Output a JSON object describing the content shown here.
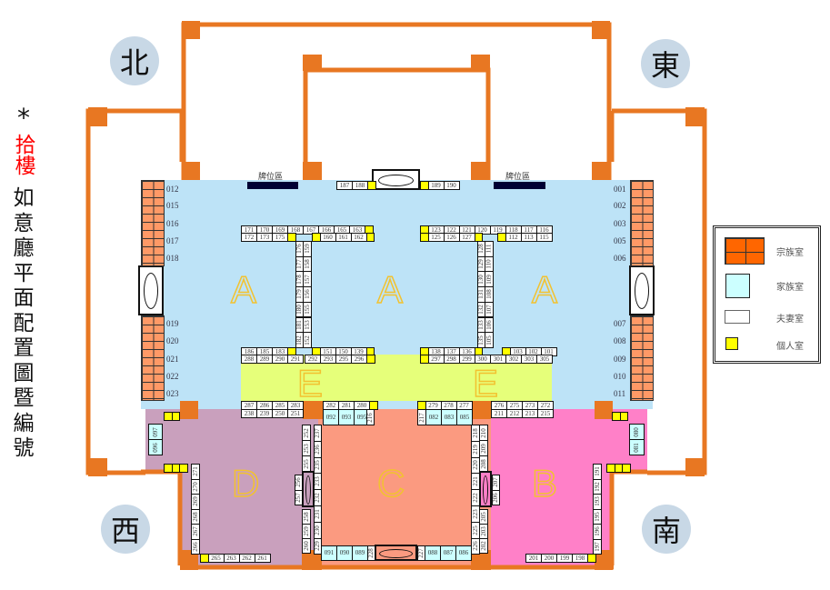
{
  "title": {
    "star": "*",
    "floor": "拾樓",
    "chars": [
      "如",
      "意",
      "廳",
      "平",
      "面",
      "配",
      "置",
      "圖",
      "暨",
      "編",
      "號"
    ]
  },
  "colors": {
    "wall": "#e87722",
    "zone_a": "#bde3f7",
    "zone_e": "#e6ff7a",
    "zone_d": "#c9a0bd",
    "zone_c": "#fb9a80",
    "zone_b": "#ff80c8",
    "personal": "#ffff00",
    "family": "#ccffff",
    "clan": "#ff6600"
  },
  "compass": {
    "north": "北",
    "east": "東",
    "west": "西",
    "south": "南"
  },
  "plaque_area": "牌位區",
  "zones": {
    "a": "A",
    "e": "E",
    "d": "D",
    "c": "C",
    "b": "B"
  },
  "left_numbers": [
    "012",
    "015",
    "016",
    "017",
    "018",
    "019",
    "020",
    "021",
    "022",
    "023"
  ],
  "right_numbers": [
    "001",
    "002",
    "003",
    "005",
    "006",
    "007",
    "008",
    "009",
    "010",
    "011"
  ],
  "legend": {
    "clan": "宗族室",
    "family": "家族室",
    "couple": "夫妻室",
    "personal": "個人室"
  },
  "groups": {
    "g1": [
      "187",
      "188",
      null
    ],
    "g2": [
      null,
      "189",
      "190"
    ],
    "L1": [
      "171",
      "170",
      "169",
      "168",
      "167",
      "166",
      "165",
      "163",
      null
    ],
    "L2a": [
      "172",
      "173",
      "175",
      null
    ],
    "L2b": [
      null,
      "160",
      "161",
      "162",
      null
    ],
    "LV1": [
      "176",
      "177",
      "178",
      "179",
      "180",
      "181",
      "182"
    ],
    "LV2": [
      "159",
      "158",
      "157",
      "156",
      "155",
      "153",
      "152"
    ],
    "LB1a": [
      "186",
      "185",
      "183",
      null
    ],
    "LB1b": [
      null,
      "151",
      "150",
      "139",
      null
    ],
    "LB2a": [
      "288",
      "289",
      "290",
      "291"
    ],
    "LB2b": [
      "292",
      "293",
      "295",
      "296",
      null
    ],
    "R1": [
      null,
      "123",
      "122",
      "121",
      "120",
      "119",
      "118",
      "117",
      "116"
    ],
    "R2a": [
      null,
      "125",
      "126",
      "127",
      null
    ],
    "R2b": [
      null,
      "112",
      "113",
      "115"
    ],
    "RV1": [
      "128",
      "129",
      "130",
      "131",
      "132",
      "133",
      "135"
    ],
    "RV2": [
      "111",
      "110",
      "109",
      "108",
      "107",
      "106",
      "105"
    ],
    "RB1a": [
      null,
      "138",
      "137",
      "136",
      null
    ],
    "RB1b": [
      null,
      "103",
      "102",
      "101"
    ],
    "RB2a": [
      null,
      "297",
      "298",
      "299",
      "300"
    ],
    "RB2b": [
      "301",
      "302",
      "303",
      "305"
    ],
    "LL1": [
      "287",
      "286",
      "285",
      "283"
    ],
    "LL2": [
      "238",
      "239",
      "250",
      "251"
    ],
    "LC1": [
      "282",
      "281",
      "280",
      null
    ],
    "LC2": [
      "092",
      "093",
      "095"
    ],
    "LC3": [
      "216"
    ],
    "RC1": [
      null,
      "279",
      "278",
      "277"
    ],
    "RC3": [
      "217"
    ],
    "RC2": [
      "082",
      "083",
      "085"
    ],
    "RR1": [
      "276",
      "275",
      "273",
      "272"
    ],
    "RR2": [
      "211",
      "212",
      "213",
      "215"
    ],
    "Df": [
      "097",
      "096"
    ],
    "Dy1": [
      null,
      null
    ],
    "Dy2": [
      null,
      null,
      null
    ],
    "Dcol": [
      "271",
      "270",
      "269",
      "268",
      "267",
      "266"
    ],
    "Dbot": [
      null,
      "265",
      "263",
      "262",
      "261"
    ],
    "Dr1": [
      "252",
      "253",
      "255"
    ],
    "Dr2": [
      "256",
      "257"
    ],
    "Dr3": [
      "258",
      "259",
      "260"
    ],
    "Cl": [
      "237",
      "236",
      "235",
      "233",
      "232",
      "231",
      "230",
      "229"
    ],
    "Cr": [
      "218",
      "219",
      "220",
      "221",
      "222",
      "223",
      "225",
      "226"
    ],
    "Cb1": [
      "091",
      "090",
      "089"
    ],
    "Cb2": [
      "228"
    ],
    "Cb3": [
      "227"
    ],
    "Cb4": [
      "088",
      "087",
      "086"
    ],
    "Bl1": [
      "210",
      "209",
      "208"
    ],
    "Bl2": [
      "207",
      "206"
    ],
    "Bl3": [
      "205",
      "203",
      "202"
    ],
    "Br": [
      "191",
      "192",
      "193",
      "195",
      "196",
      "197"
    ],
    "Bbot": [
      "201",
      "200",
      "199",
      "198",
      null
    ],
    "Bf": [
      "080",
      "081"
    ],
    "By1": [
      null,
      null
    ],
    "By2": [
      null,
      null,
      null
    ]
  }
}
